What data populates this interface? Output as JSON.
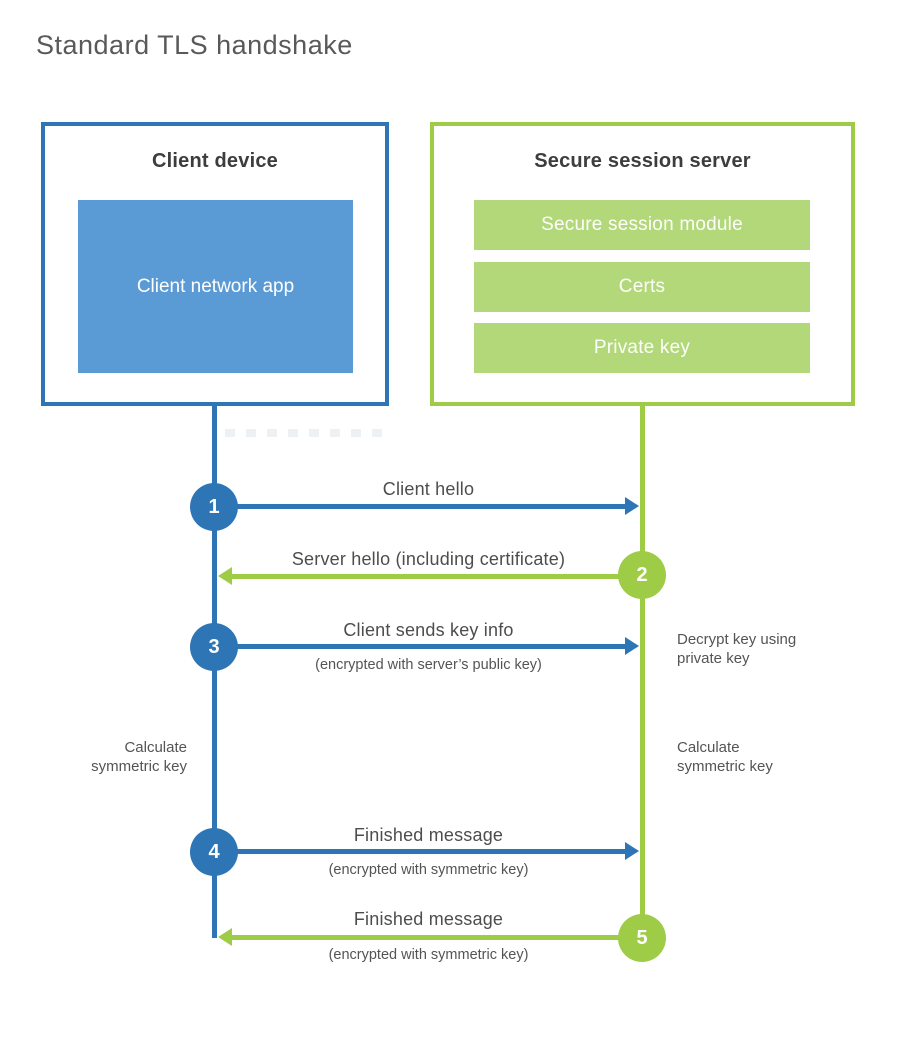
{
  "page": {
    "title": "Standard TLS handshake"
  },
  "colors": {
    "blue_accent": "#2e75b6",
    "blue_fill": "#5b9bd5",
    "green_accent": "#9fcc47",
    "green_fill": "#b2d87a"
  },
  "client_box": {
    "title": "Client device",
    "app_label": "Client network app"
  },
  "server_box": {
    "title": "Secure session server",
    "modules": [
      "Secure session module",
      "Certs",
      "Private key"
    ]
  },
  "steps": [
    {
      "number": "1",
      "label": "Client hello",
      "sublabel": "",
      "direction": "right",
      "color": "blue"
    },
    {
      "number": "2",
      "label": "Server hello (including certificate)",
      "sublabel": "",
      "direction": "left",
      "color": "green"
    },
    {
      "number": "3",
      "label": "Client sends key info",
      "sublabel": "(encrypted with server’s public key)",
      "direction": "right",
      "color": "blue"
    },
    {
      "number": "4",
      "label": "Finished message",
      "sublabel": "(encrypted with symmetric key)",
      "direction": "right",
      "color": "blue"
    },
    {
      "number": "5",
      "label": "Finished message",
      "sublabel": "(encrypted with symmetric key)",
      "direction": "left",
      "color": "green"
    }
  ],
  "side_notes": {
    "decrypt": "Decrypt key using private key",
    "calc_left": "Calculate symmetric key",
    "calc_right": "Calculate symmetric key"
  }
}
